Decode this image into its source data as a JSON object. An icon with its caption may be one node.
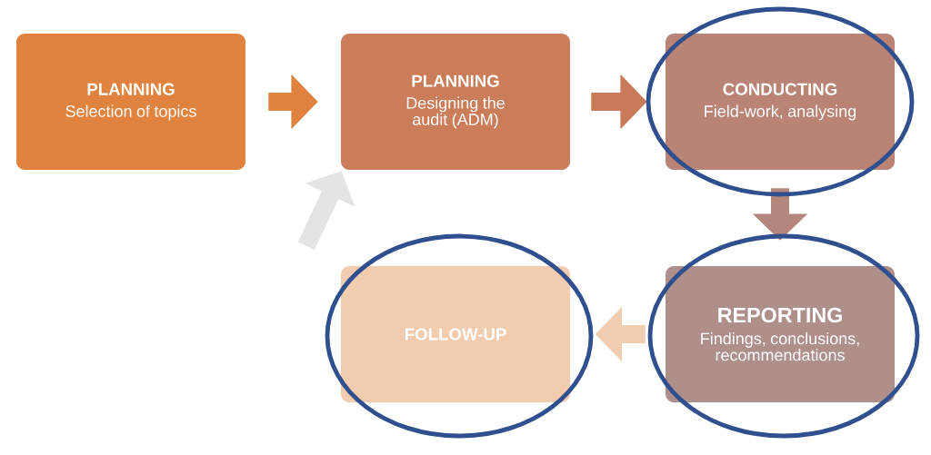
{
  "diagram": {
    "nodes": [
      {
        "text": [
          "PLANNING",
          "Selection of topics"
        ]
      },
      {
        "text": [
          "PLANNING",
          "Designing the audit (ADM)"
        ]
      },
      {
        "text": [
          "CONDUCTING",
          "Field-work, analysing"
        ]
      },
      {
        "text": [
          "REPORTING",
          "Findings, conclusions, recommendations"
        ]
      },
      {
        "text": [
          "FOLLOW-UP"
        ]
      }
    ],
    "edges": [
      {
        "from": 0,
        "to": 1,
        "arrow": "to",
        "color": "#e0833f"
      },
      {
        "from": 1,
        "to": 2,
        "arrow": "to",
        "color": "#c97a58"
      },
      {
        "from": 2,
        "to": 3,
        "arrow": "to",
        "color": "#b4877c"
      },
      {
        "from": 3,
        "to": 4,
        "arrow": "to",
        "color": "#f0cdb0"
      },
      {
        "from": 4,
        "to": 1,
        "arrow": "to",
        "color": "#e4e4e4"
      }
    ]
  }
}
